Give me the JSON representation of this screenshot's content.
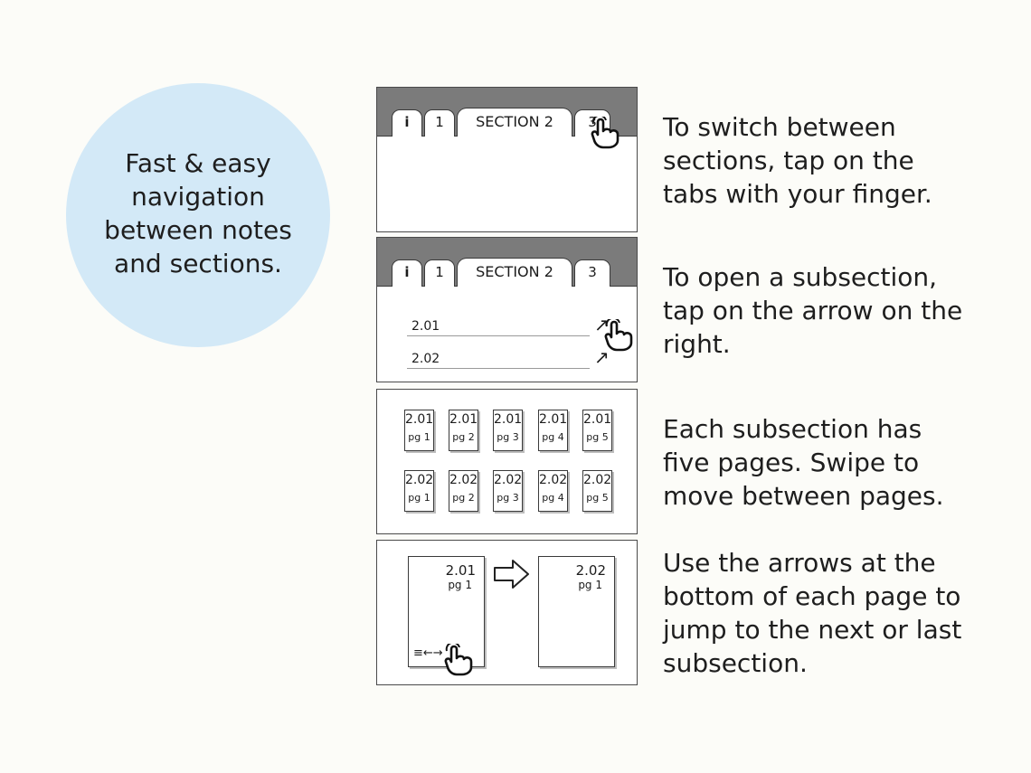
{
  "intro": {
    "lines": [
      "Fast & easy",
      "navigation",
      "between notes",
      "and sections."
    ]
  },
  "tabs": {
    "info": "i",
    "one": "1",
    "active": "SECTION 2",
    "three": "3"
  },
  "subsections": [
    "2.01",
    "2.02"
  ],
  "grid": {
    "rows": [
      {
        "code": "2.01",
        "pages": [
          "pg 1",
          "pg 2",
          "pg 3",
          "pg 4",
          "pg 5"
        ]
      },
      {
        "code": "2.02",
        "pages": [
          "pg 1",
          "pg 2",
          "pg 3",
          "pg 4",
          "pg 5"
        ]
      }
    ]
  },
  "jump": {
    "from_code": "2.01",
    "from_pg": "pg 1",
    "to_code": "2.02",
    "to_pg": "pg 1",
    "nav_glyph": "≡←→"
  },
  "descriptions": [
    [
      "To switch between",
      "sections, tap on the",
      "tabs with your finger."
    ],
    [
      "To open a subsection,",
      "tap on the arrow on the",
      "right."
    ],
    [
      "Each subsection has",
      "five pages. Swipe to",
      "move between pages."
    ],
    [
      "Use the arrows at the",
      "bottom of each page to",
      "jump to the next or last",
      "subsection."
    ]
  ],
  "icons": {
    "tap": "tap-finger-icon",
    "arrow_ne": "arrow-up-right-icon",
    "arrow_right": "arrow-right-icon"
  },
  "colors": {
    "background": "#fcfcf8",
    "circle": "#d3e9f7",
    "tab_band": "#7b7b7b"
  }
}
